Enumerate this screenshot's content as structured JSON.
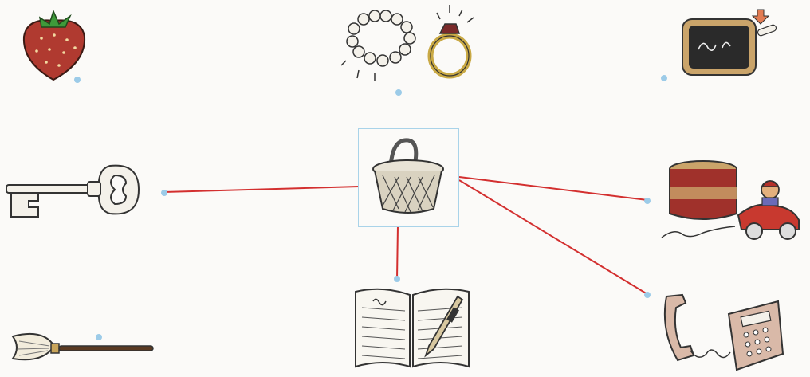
{
  "diagram": {
    "center_item": "basket",
    "items": [
      "strawberry",
      "pearl-necklace-and-ring",
      "chalkboard-and-chalk",
      "key",
      "drum-and-toy-car",
      "broom",
      "open-notebook-and-pen",
      "telephone"
    ],
    "connections": [
      {
        "from": "basket",
        "to": "key"
      },
      {
        "from": "basket",
        "to": "open-notebook-and-pen"
      },
      {
        "from": "basket",
        "to": "drum-and-toy-car"
      },
      {
        "from": "basket",
        "to": "telephone"
      }
    ],
    "colors": {
      "line": "#d32f2f",
      "dot": "#9ccbe8",
      "frame": "#a9d3e9",
      "background": "#fbfaf8"
    }
  }
}
